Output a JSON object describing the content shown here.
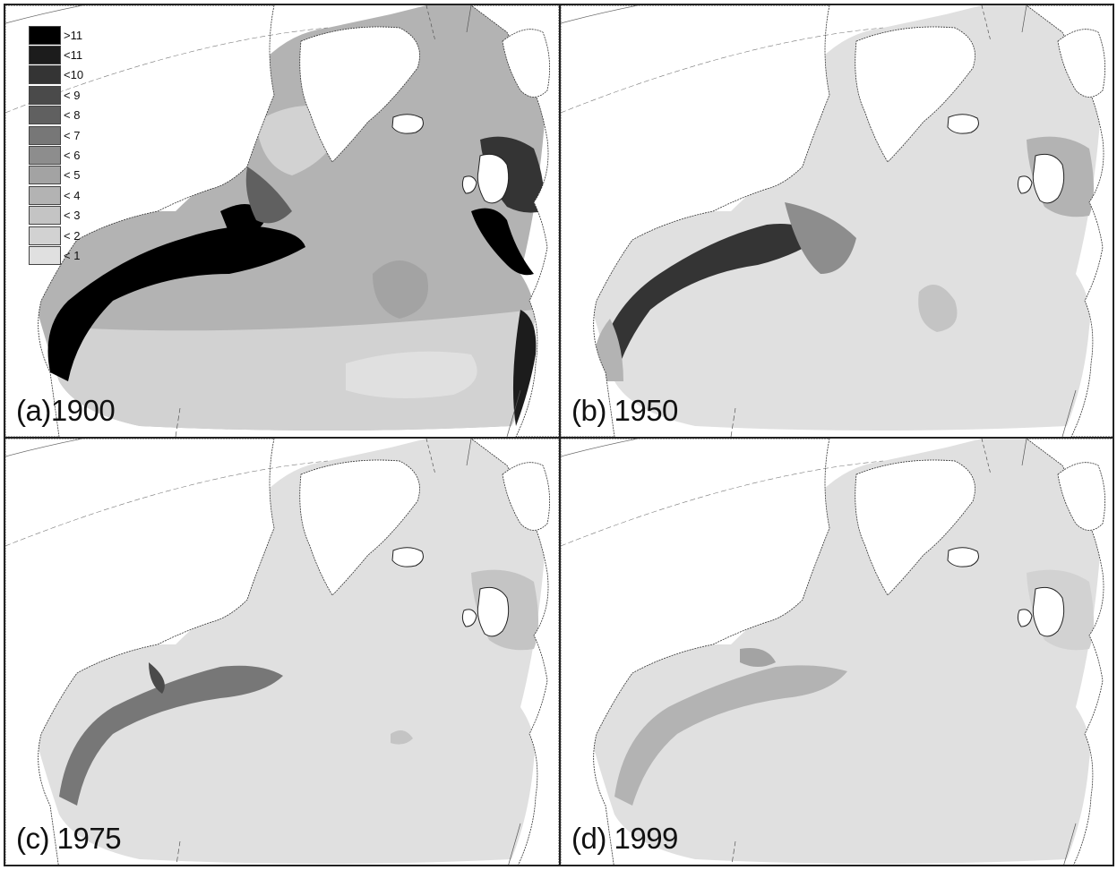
{
  "legend": {
    "items": [
      {
        "label": ">11",
        "color": "#000000"
      },
      {
        "label": "<11",
        "color": "#1c1c1c"
      },
      {
        "label": "<10",
        "color": "#343434"
      },
      {
        "label": "< 9",
        "color": "#4a4a4a"
      },
      {
        "label": "< 8",
        "color": "#606060"
      },
      {
        "label": "< 7",
        "color": "#777777"
      },
      {
        "label": "< 6",
        "color": "#8d8d8d"
      },
      {
        "label": "< 5",
        "color": "#a3a3a3"
      },
      {
        "label": "< 4",
        "color": "#b3b3b3"
      },
      {
        "label": "< 3",
        "color": "#c4c4c4"
      },
      {
        "label": "< 2",
        "color": "#d2d2d2"
      },
      {
        "label": "< 1",
        "color": "#e0e0e0"
      }
    ]
  },
  "panels": [
    {
      "label": "(a)1900",
      "year": 1900
    },
    {
      "label": "(b) 1950",
      "year": 1950
    },
    {
      "label": "(c) 1975",
      "year": 1975
    },
    {
      "label": "(d) 1999",
      "year": 1999
    }
  ]
}
